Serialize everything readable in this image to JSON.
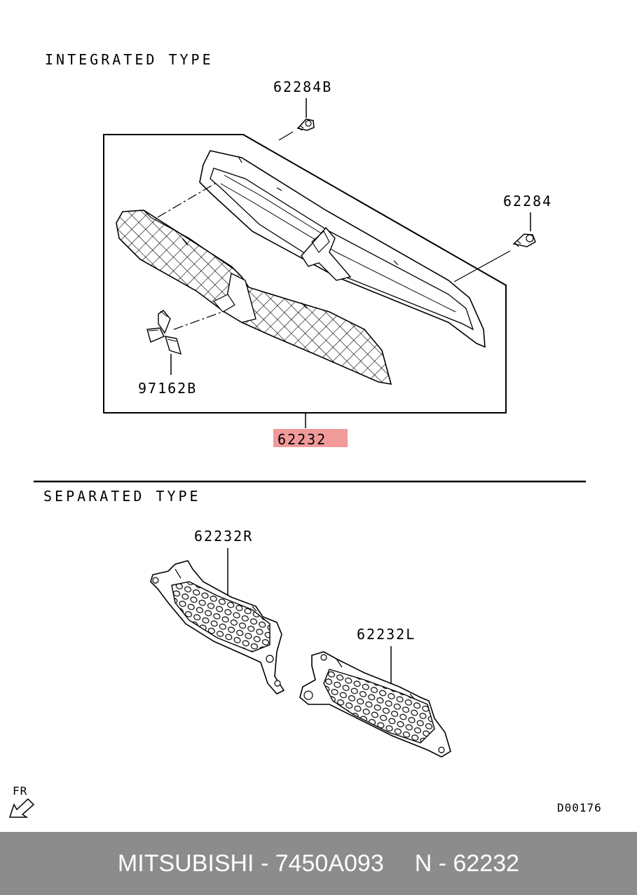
{
  "sections": {
    "integrated_title": "INTEGRATED TYPE",
    "separated_title": "SEPARATED TYPE"
  },
  "callouts": {
    "screw_b": "62284B",
    "screw": "62284",
    "emblem": "97162B",
    "grille_assembly": "62232",
    "grille_right": "62232R",
    "grille_left": "62232L"
  },
  "highlight_color": "#f19a9a",
  "orientation": "FR",
  "diagram_code": "D00176",
  "footer": {
    "brand_part": "MITSUBISHI - 7450A093",
    "ref": "N - 62232"
  }
}
